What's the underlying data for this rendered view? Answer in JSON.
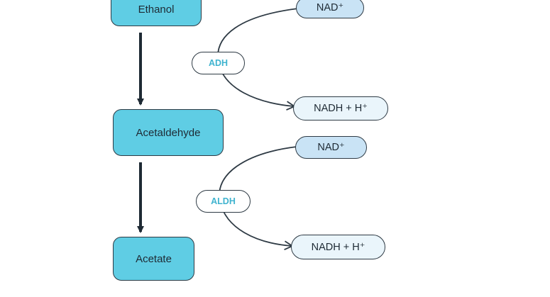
{
  "compounds": {
    "ethanol": "Ethanol",
    "acetaldehyde": "Acetaldehyde",
    "acetate": "Acetate"
  },
  "step1": {
    "enzyme": "ADH",
    "cofactor_in": "NAD⁺",
    "cofactor_out": "NADH + H⁺"
  },
  "step2": {
    "enzyme": "ALDH",
    "cofactor_in": "NAD⁺",
    "cofactor_out": "NADH + H⁺"
  },
  "colors": {
    "compound_fill": "#5fcde4",
    "nad_fill": "#c9e3f5",
    "nadh_fill": "#eaf5fb",
    "enzyme_text": "#3fb3cf",
    "line": "#2e3a44"
  }
}
